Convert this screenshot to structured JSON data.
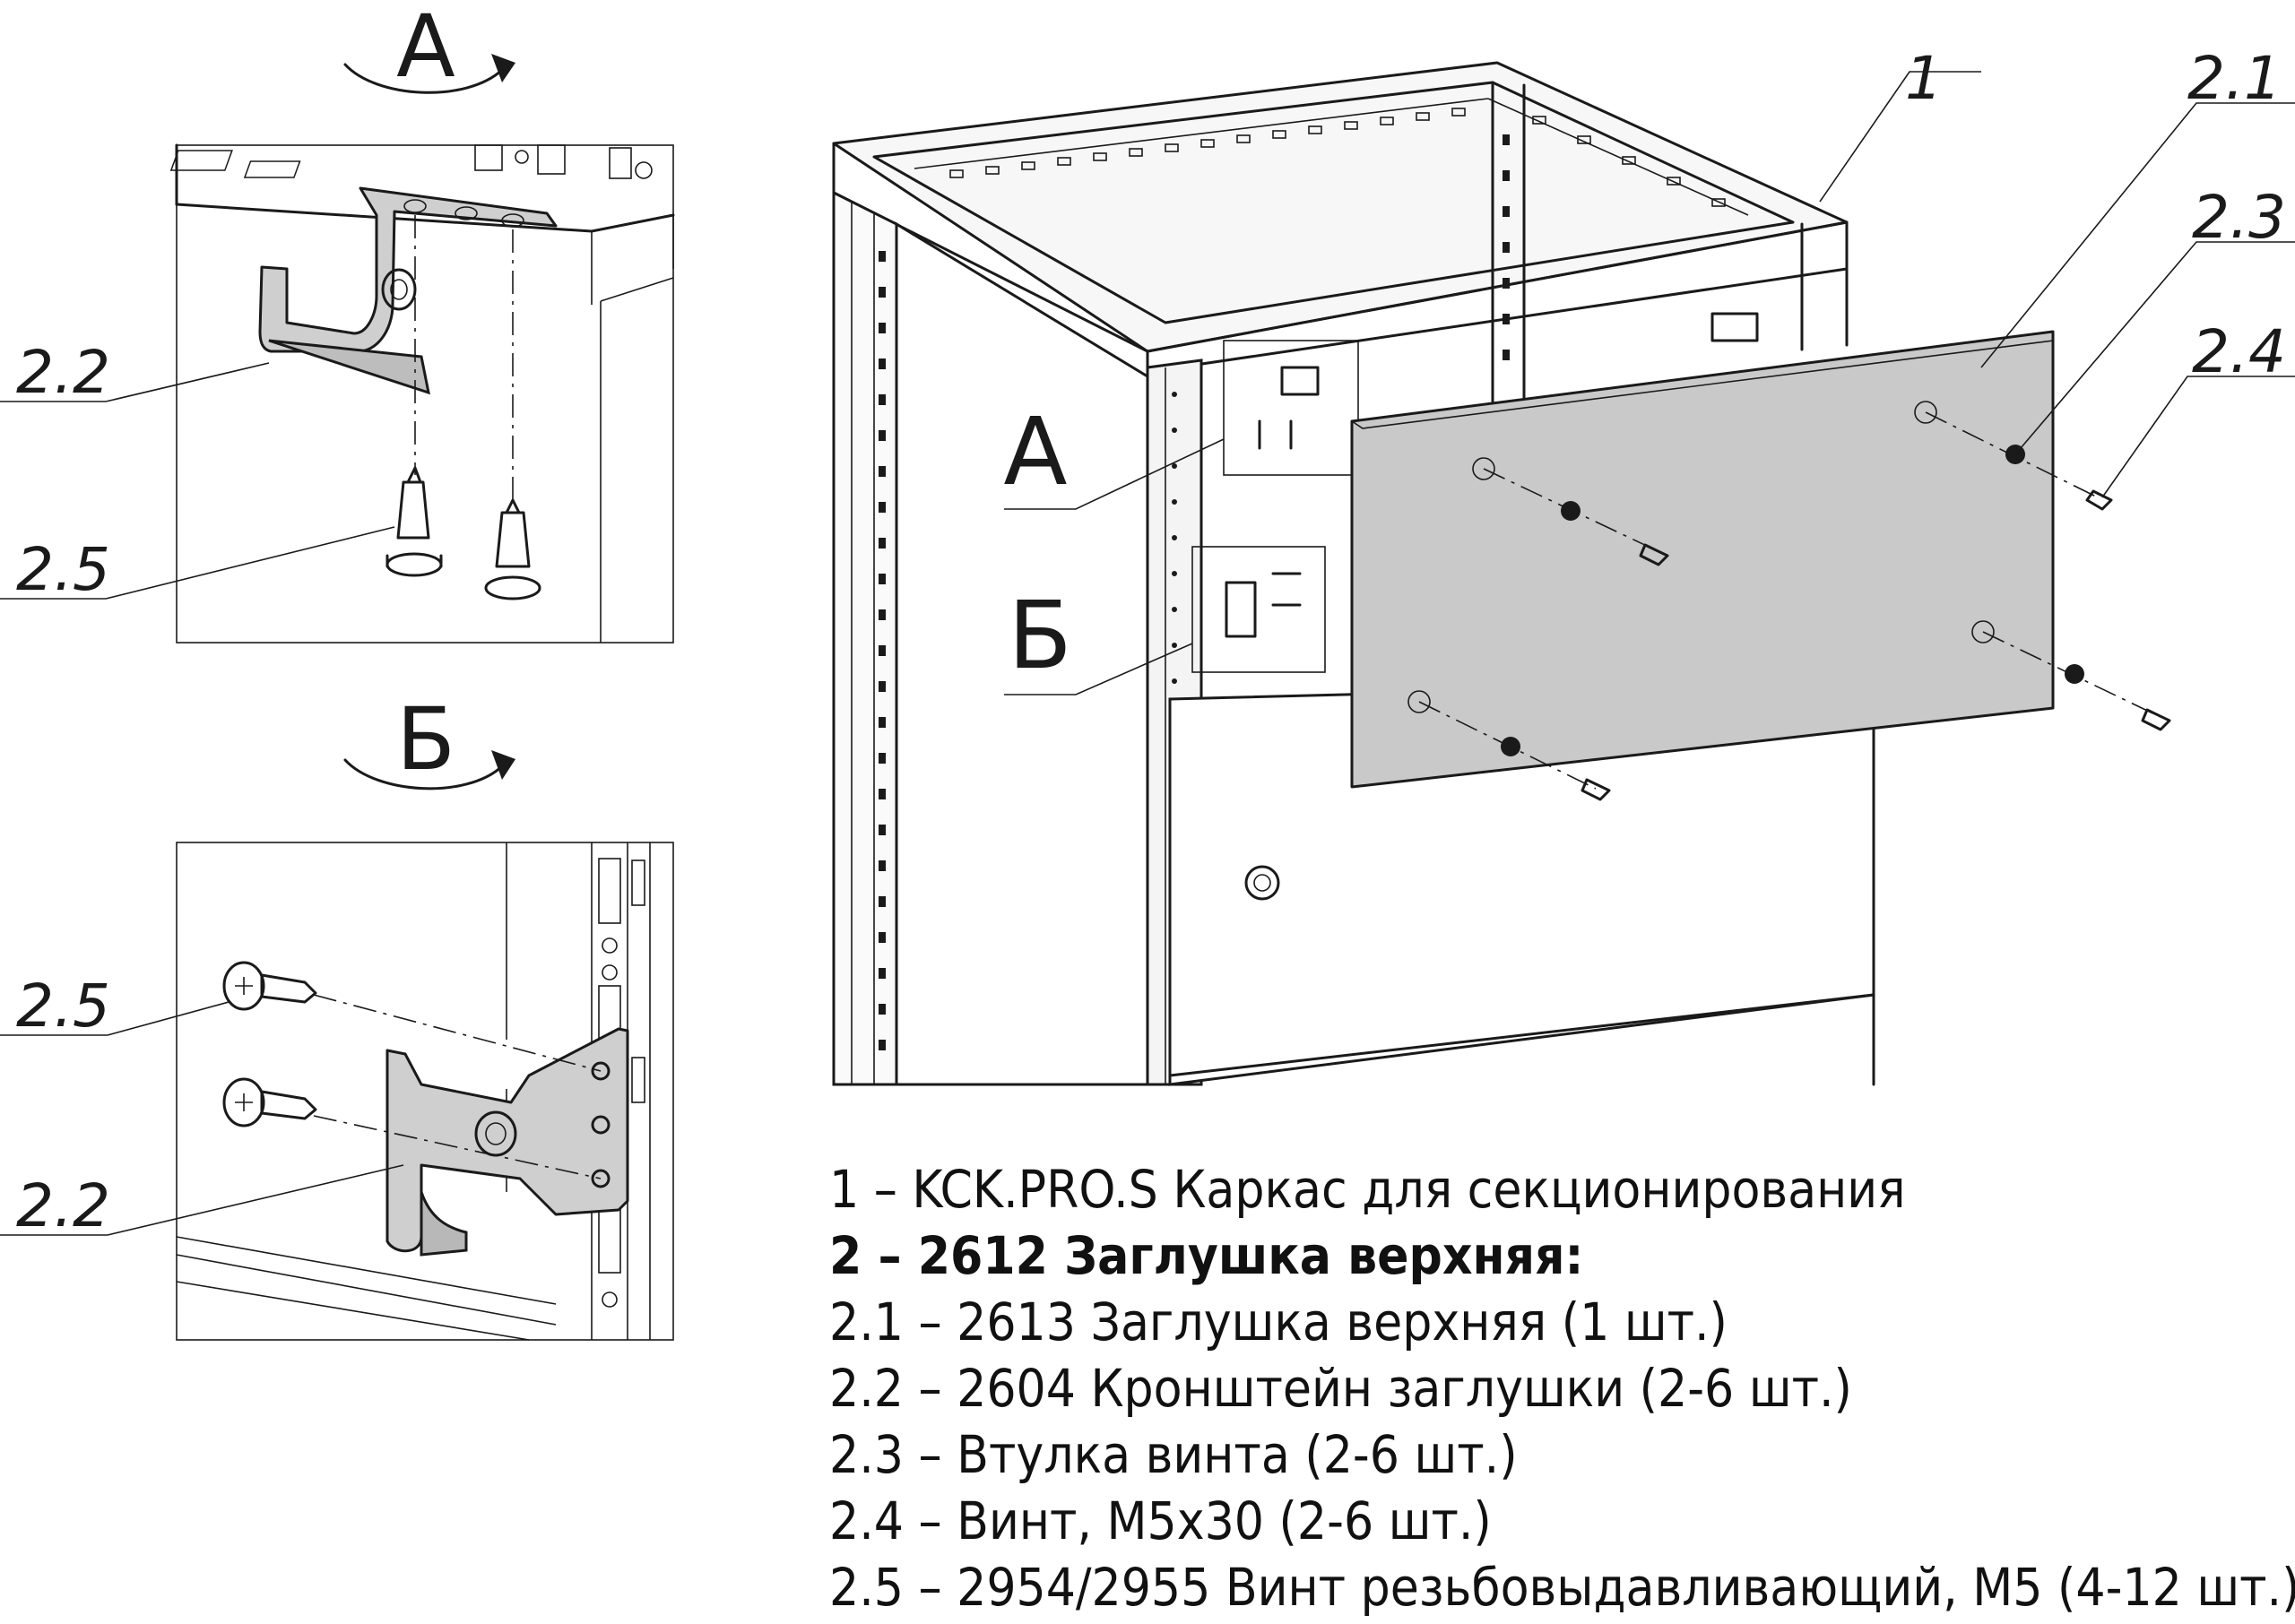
{
  "views": {
    "a_letter": "А",
    "b_letter": "Б"
  },
  "callouts": {
    "main_1": "1",
    "main_2_1": "2.1",
    "main_2_3": "2.3",
    "main_2_4": "2.4",
    "main_A": "А",
    "main_B": "Б",
    "detA_2_2": "2.2",
    "detA_2_5": "2.5",
    "detB_2_5": "2.5",
    "detB_2_2": "2.2"
  },
  "legend": [
    "1 – KCK.PRO.S Каркас для секционирования",
    "2 – 2612 Заглушка верхняя:",
    "2.1 – 2613 Заглушка верхняя (1 шт.)",
    "2.2 – 2604 Кронштейн заглушки (2-6 шт.)",
    "2.3 – Втулка винта (2-6 шт.)",
    "2.4 – Винт, M5x30 (2-6 шт.)",
    "2.5 – 2954/2955 Винт резьбовыдавливающий, M5 (4-12 шт.)"
  ],
  "colors": {
    "line": "#1a1a1a",
    "panel_fill": "#c9c9c9",
    "bracket_fill": "#cfcfcf",
    "frame_fill": "#f4f4f4"
  }
}
